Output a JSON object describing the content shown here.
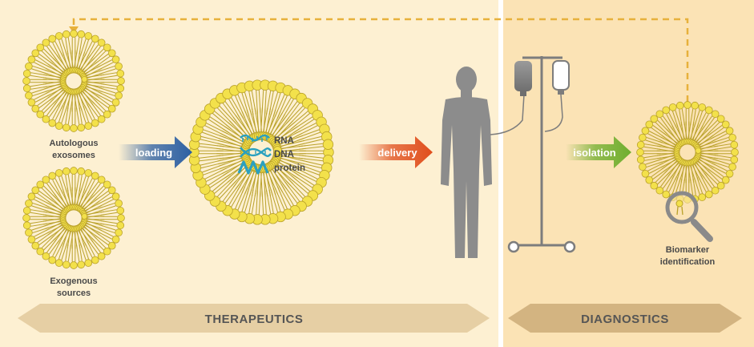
{
  "sources": {
    "autologous_line1": "Autologous",
    "autologous_line2": "exosomes",
    "exogenous_line1": "Exogenous",
    "exogenous_line2": "sources"
  },
  "arrows": {
    "loading": "loading",
    "delivery": "delivery",
    "isolation": "isolation"
  },
  "cargo": [
    "RNA",
    "DNA",
    "protein"
  ],
  "biomarker": {
    "line1": "Biomarker",
    "line2": "identification"
  },
  "sections": {
    "therapeutics": "THERAPEUTICS",
    "diagnostics": "DIAGNOSTICS"
  },
  "colors": {
    "therapeutics_bg": "#fdf0d2",
    "diagnostics_bg": "#fbe3b5",
    "banner": "#e6cfa4",
    "banner_dark": "#d3b481",
    "membrane": "#f3e14b",
    "membrane_edge": "#b9a12a",
    "loading_arrow": "#2c5fa3",
    "delivery_arrow": "#e04e1c",
    "isolation_arrow": "#6fae2e",
    "cargo_blue": "#2aa0bf",
    "human": "#8c8c8c",
    "dashed_line": "#e7b13b"
  }
}
